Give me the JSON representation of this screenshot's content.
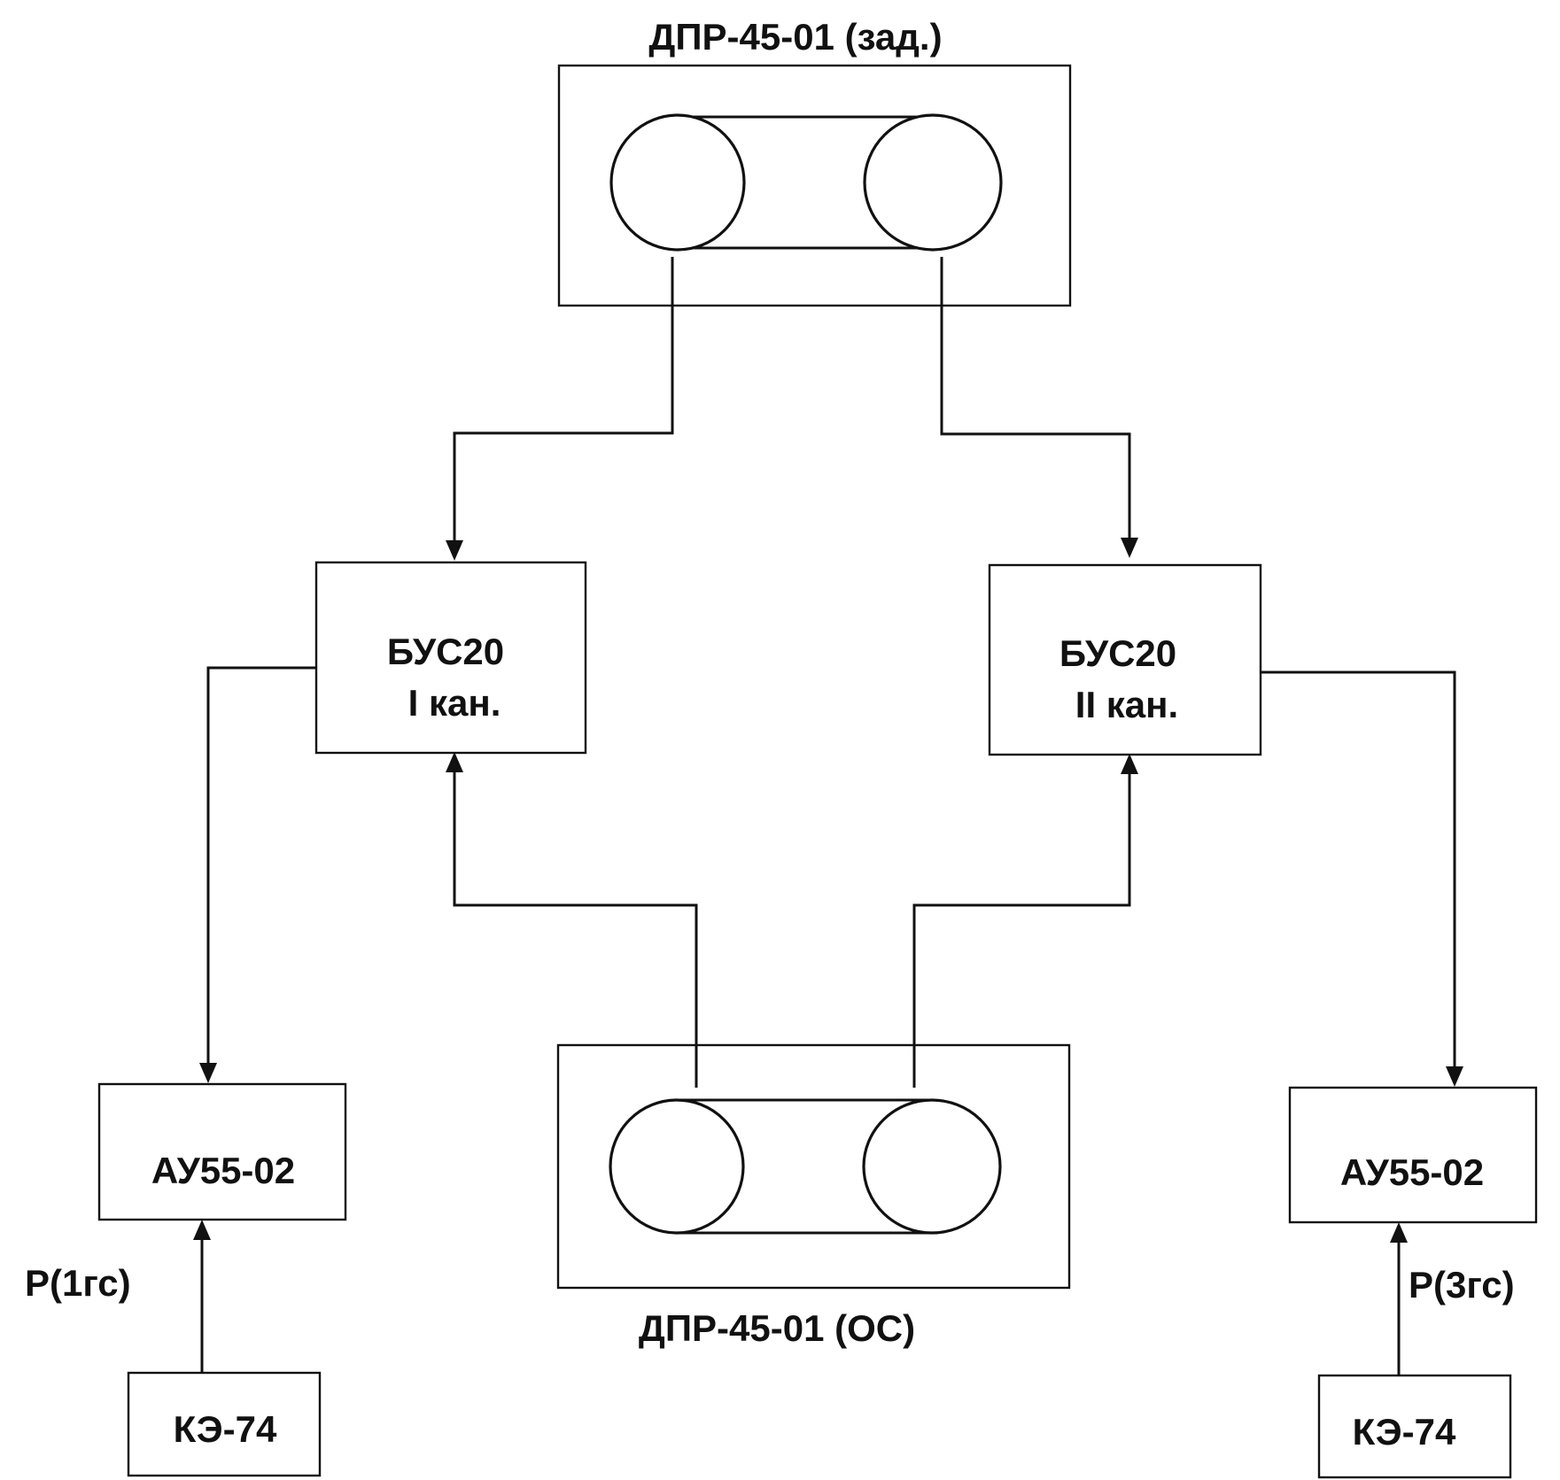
{
  "sensor_top": {
    "title": "ДПР-45-01 (зад.)"
  },
  "sensor_bottom": {
    "title": "ДПР-45-01 (ОС)"
  },
  "bus_left": {
    "line1": "БУС20",
    "line2": "I кан."
  },
  "bus_right": {
    "line1": "БУС20",
    "line2": "II кан."
  },
  "amp_left": {
    "label": "АУ55-02"
  },
  "amp_right": {
    "label": "АУ55-02"
  },
  "valve_left": {
    "label": "КЭ-74"
  },
  "valve_right": {
    "label": "КЭ-74"
  },
  "signal_left": {
    "label": "P(1гс)"
  },
  "signal_right": {
    "label": "P(3гс)"
  }
}
